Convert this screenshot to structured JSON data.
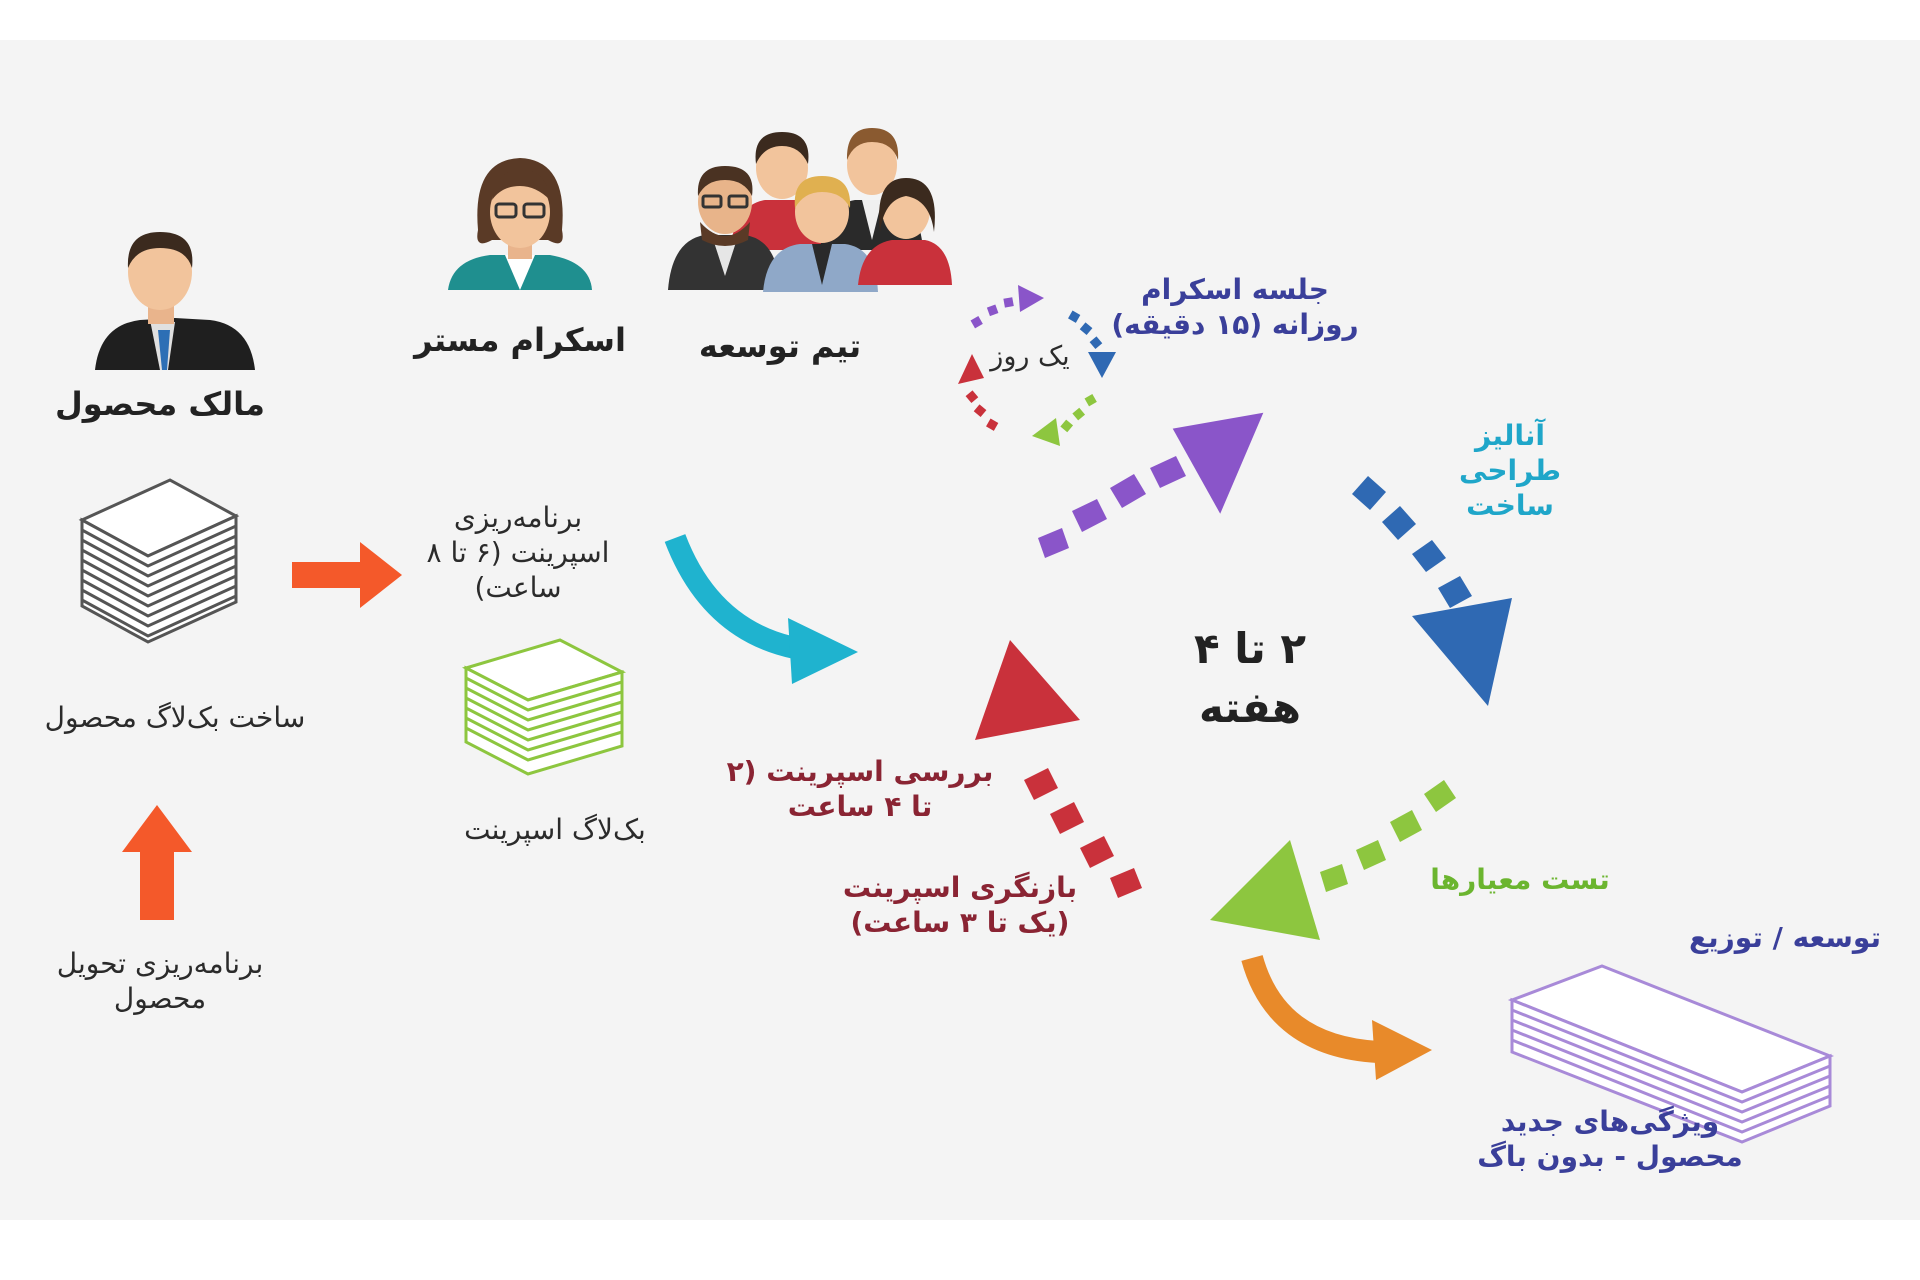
{
  "roles": {
    "product_owner": "مالک محصول",
    "scrum_master": "اسکرام مستر",
    "dev_team": "تیم توسعه"
  },
  "left": {
    "backlog_build": "ساخت بک‌لاگ محصول",
    "delivery_planning": [
      "برنامه‌ریزی تحویل",
      "محصول"
    ],
    "sprint_planning": [
      "برنامه‌ریزی",
      "اسپرینت (۶ تا ۸",
      "ساعت)"
    ],
    "sprint_backlog": "بک‌لاگ اسپرینت"
  },
  "cycle": {
    "center": [
      "۲ تا ۴",
      "هفته"
    ],
    "one_day": "یک روز",
    "daily_scrum": [
      "جلسه اسکرام",
      "روزانه (۱۵ دقیقه)"
    ],
    "work": [
      "آنالیز",
      "طراحی",
      "ساخت"
    ],
    "test": "تست معیارها",
    "deploy": "توسعه / توزیع",
    "new_features": [
      "ویژگی‌های جدید",
      "محصول - بدون باگ"
    ],
    "review": [
      "بررسی اسپرینت (۲",
      "تا ۴ ساعت"
    ],
    "retro": [
      "بازنگری اسپرینت",
      "(یک تا ۳ ساعت)"
    ]
  },
  "colors": {
    "orange_red": "#f4592a",
    "cyan": "#1fb3cf",
    "purple": "#8a55c9",
    "blue": "#2f69b3",
    "green": "#8dc63f",
    "red": "#c9313b",
    "orange": "#e88a2a",
    "lavender": "#a88ad8",
    "navy_text": "#3a3f9a",
    "teal_text": "#1fa6c9",
    "maroon_text": "#8a2433",
    "green_text": "#6bb52f"
  }
}
